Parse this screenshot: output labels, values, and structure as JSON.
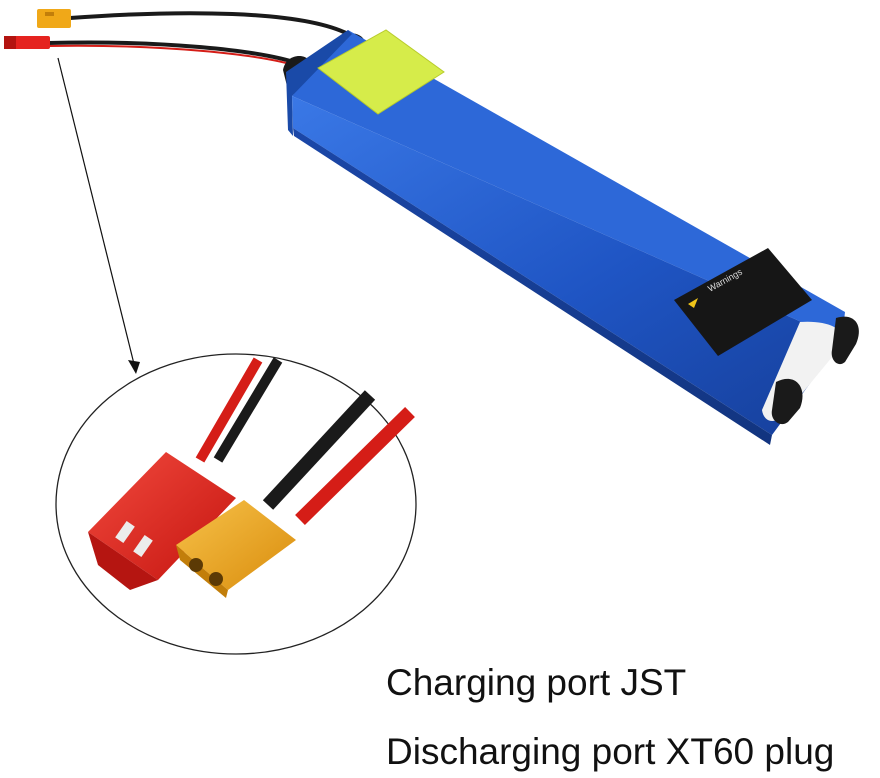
{
  "captions": {
    "charging": "Charging port JST",
    "discharging": "Discharging port XT60 plug"
  },
  "colors": {
    "battery_body": "#1f55c4",
    "warning_label": "#d6ec4a",
    "black_label": "#161616",
    "jst_connector": "#e5231f",
    "xt60_connector": "#f0a818",
    "wire_red": "#d51d17",
    "wire_black": "#1a1a1a"
  },
  "labels": {
    "warnings_label": "Warnings"
  }
}
